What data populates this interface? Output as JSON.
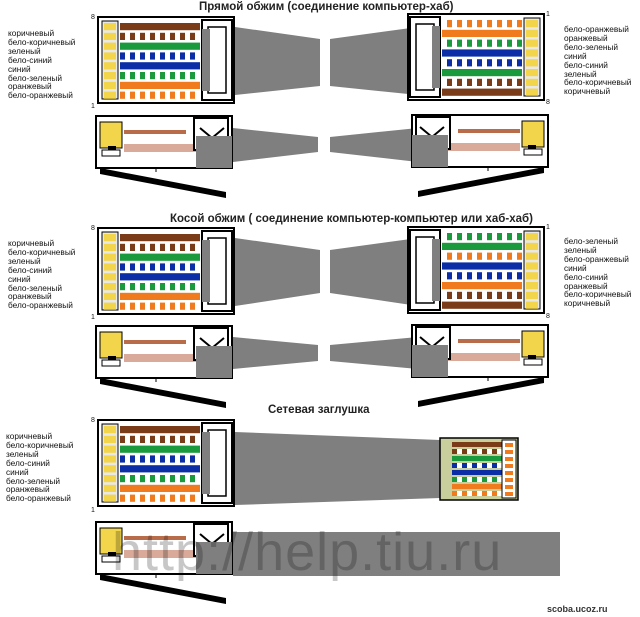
{
  "colors": {
    "white": "#ffffff",
    "orange": "#f07b1f",
    "green": "#1a9a3c",
    "blue": "#0b2ea6",
    "brown": "#7a3b18",
    "cable": "#7f7f7f",
    "plug_body": "#c9cf9c",
    "yellow": "#f2d54a"
  },
  "icons": [
    "rj45-plug-top-icon",
    "rj45-plug-side-icon",
    "cable-icon",
    "loopback-plug-icon"
  ],
  "sections": [
    {
      "title": "Прямой обжим (соединение компьютер-хаб)",
      "left_wires": [
        "коричневый",
        "бело-коричневый",
        "зеленый",
        "бело-синий",
        "синий",
        "бело-зеленый",
        "оранжевый",
        "бело-оранжевый"
      ],
      "right_wires": [
        "бело-оранжевый",
        "оранжевый",
        "бело-зеленый",
        "синий",
        "бело-синий",
        "зеленый",
        "бело-коричневый",
        "коричневый"
      ],
      "left_pin_top": "8",
      "left_pin_bottom": "1",
      "right_pin_top": "1",
      "right_pin_bottom": "8",
      "left_colors": [
        "brown",
        "white-brown",
        "green",
        "white-blue",
        "blue",
        "white-green",
        "orange",
        "white-orange"
      ],
      "right_colors": [
        "white-orange",
        "orange",
        "white-green",
        "blue",
        "white-blue",
        "green",
        "white-brown",
        "brown"
      ]
    },
    {
      "title": "Косой обжим ( соединение компьютер-компьютер или хаб-хаб)",
      "left_wires": [
        "коричневый",
        "бело-коричневый",
        "зеленый",
        "бело-синий",
        "синий",
        "бело-зеленый",
        "оранжевый",
        "бело-оранжевый"
      ],
      "right_wires": [
        "бело-зеленый",
        "зеленый",
        "бело-оранжевый",
        "синий",
        "бело-синий",
        "оранжевый",
        "бело-коричневый",
        "коричневый"
      ],
      "left_pin_top": "8",
      "left_pin_bottom": "1",
      "right_pin_top": "1",
      "right_pin_bottom": "8",
      "left_colors": [
        "brown",
        "white-brown",
        "green",
        "white-blue",
        "blue",
        "white-green",
        "orange",
        "white-orange"
      ],
      "right_colors": [
        "white-green",
        "green",
        "white-orange",
        "blue",
        "white-blue",
        "orange",
        "white-brown",
        "brown"
      ]
    },
    {
      "title": "Сетевая заглушка",
      "left_wires": [
        "коричневый",
        "бело-коричневый",
        "зеленый",
        "бело-синий",
        "синий",
        "бело-зеленый",
        "оранжевый",
        "бело-оранжевый"
      ],
      "left_pin_top": "8",
      "left_pin_bottom": "1",
      "left_colors": [
        "brown",
        "white-brown",
        "green",
        "white-blue",
        "blue",
        "white-green",
        "orange",
        "white-orange"
      ]
    }
  ],
  "watermarks": {
    "main": "http://help.tiu.ru",
    "corner": "scoba.ucoz.ru"
  }
}
